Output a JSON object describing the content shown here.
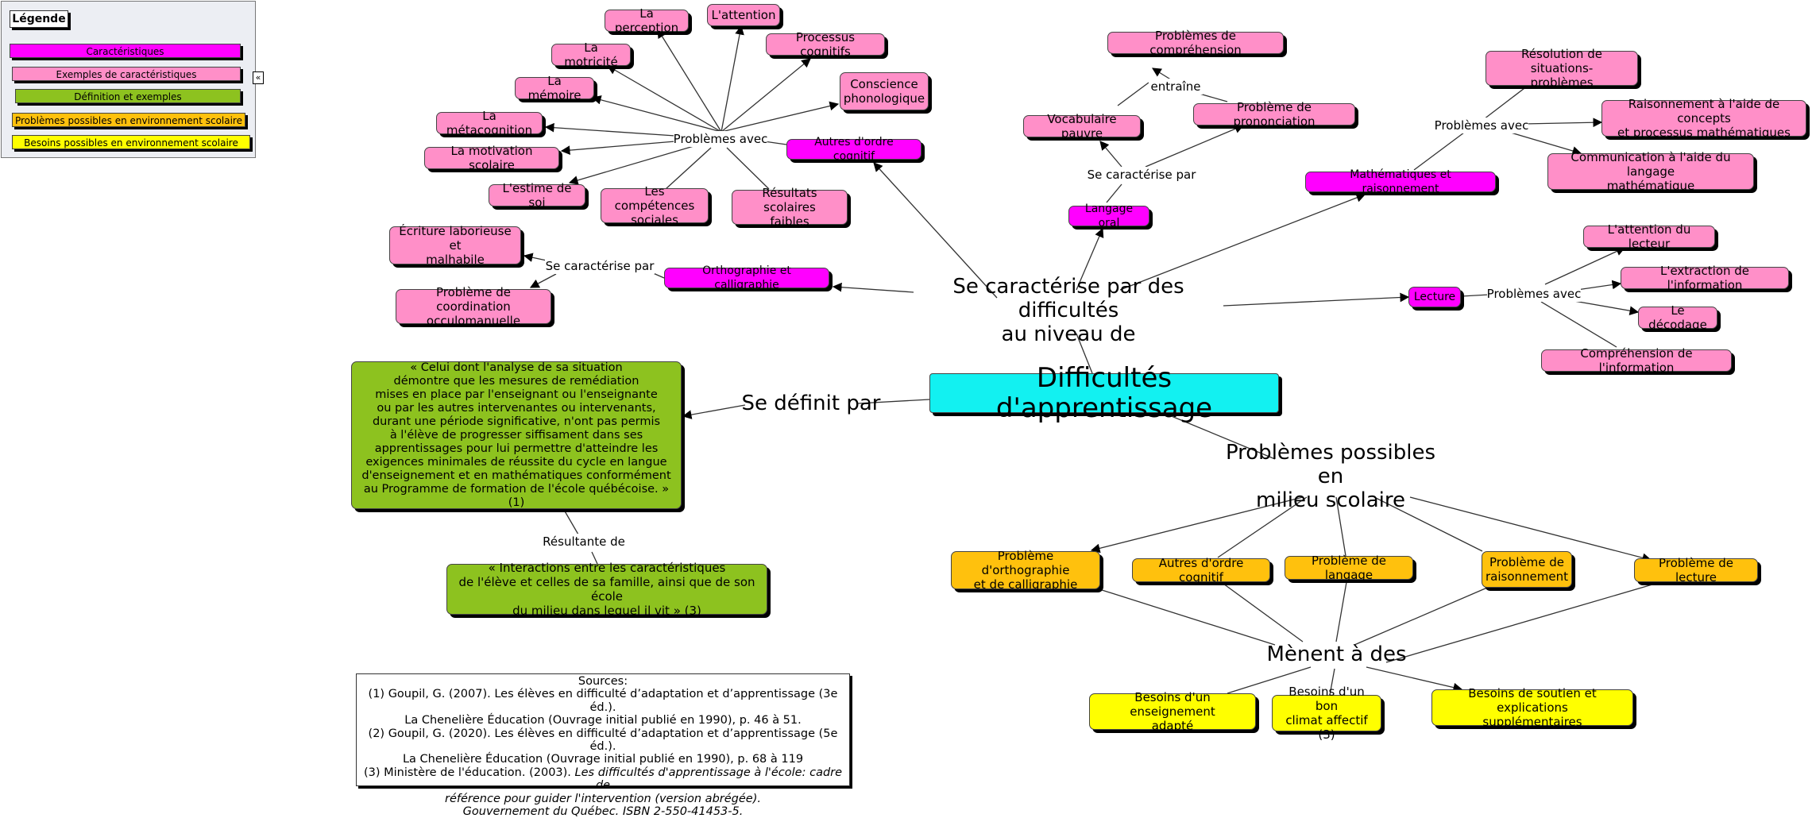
{
  "legend": {
    "title": "Légende",
    "items": [
      {
        "label": "Caractéristiques",
        "color": "#ff00ff"
      },
      {
        "label": "Exemples de caractéristiques",
        "color": "#ff8fc8"
      },
      {
        "label": "Définition et exemples",
        "color": "#8dc21f"
      },
      {
        "label": "Problèmes possibles en environnement scolaire",
        "color": "#ffc10d"
      },
      {
        "label": "Besoins possibles en environnement scolaire",
        "color": "#ffff00"
      }
    ],
    "collapse_glyph": "«"
  },
  "center": "Difficultés d'apprentissage",
  "links": {
    "caracterise": "Se caractérise par des difficultés\nau niveau de",
    "definit": "Se définit par",
    "problemes_milieu": "Problèmes possibles en\nmilieu scolaire",
    "menent": "Mènent à des",
    "problemes_avec_1": "Problèmes avec",
    "se_caracterise_par_ortho": "Se caractérise par",
    "se_caracterise_par_oral": "Se caractérise par",
    "entraine": "entraîne",
    "problemes_avec_math": "Problèmes avec",
    "problemes_avec_lecture": "Problèmes avec",
    "resultante": "Résultante de"
  },
  "caracteristiques": {
    "autres": "Autres d'ordre cognitif",
    "ortho": "Orthographie et calligraphie",
    "oral": "Langage oral",
    "math": "Mathématiques et raisonnement",
    "lecture": "Lecture"
  },
  "exemples": {
    "perception": "La perception",
    "attention": "L'attention",
    "motricite": "La motricité",
    "processus": "Processus cognitifs",
    "memoire": "La mémoire",
    "conscience": "Conscience\nphonologique",
    "metacognition": "La métacognition",
    "motivation": "La motivation scolaire",
    "estime": "L'estime de soi",
    "competences": "Les compétences\nsociales",
    "resultats": "Résultats scolaires\nfaibles",
    "ecriture": "Écriture laborieuse et\nmalhabile",
    "coordination": "Problème de coordination\nocculomanuelle",
    "comprehension_pb": "Problèmes de compréhension",
    "vocabulaire": "Vocabulaire pauvre",
    "prononciation": "Problème de prononciation",
    "resolution": "Résolution de situations-\nproblèmes",
    "raisonnement_concepts": "Raisonnement à l'aide de concepts\net processus mathématiques",
    "communication": "Communication à l'aide du langage\nmathématique",
    "attention_lecteur": "L'attention du lecteur",
    "extraction": "L'extraction de l'information",
    "decodage": "Le décodage",
    "comprehension_info": "Compréhension de l'information"
  },
  "definition": {
    "main": "« Celui dont l'analyse de sa situation\ndémontre que les mesures de remédiation\nmises en place par l'enseignant ou l'enseignante\nou par les autres intervenantes ou intervenants,\ndurant une période significative, n'ont pas permis\nà l'élève de progresser siffisament dans ses\napprentissages pour lui permettre d'atteindre les\nexigences minimales de réussite du cycle en langue\nd'enseignement et en mathématiques conformément\nau Programme de formation de l'école québécoise. » (1)",
    "interactions": "« Interactions entre les caractéristiques\nde l'élève et celles de sa famille, ainsi que de son école\ndu milieu dans lequel il vit » (3)"
  },
  "problemes": {
    "ortho": "Problème d'orthographie\net de calligraphie",
    "autres": "Autres d'ordre cognitif",
    "langage": "Problème de langage",
    "raisonnement": "Problème de\nraisonnement",
    "lecture": "Problème de lecture"
  },
  "besoins": {
    "enseignement": "Besoins d'un enseignement\nadapté",
    "climat": "Besoins d'un bon\nclimat affectif (3)",
    "soutien": "Besoins de soutien et explications\nsupplémentaires"
  },
  "sources": {
    "header": "Sources:",
    "s1a": "(1) Goupil, G. (2007). Les élèves en difficulté d’adaptation et d’apprentissage (3e éd.).",
    "s1b": "La Chenelière Éducation (Ouvrage initial publié en 1990), p. 46 à 51.",
    "s2a": "(2) Goupil, G. (2020). Les élèves en difficulté d’adaptation et d’apprentissage (5e éd.).",
    "s2b": "La Chenelière Éducation (Ouvrage initial publié en 1990), p. 68 à 119",
    "s3a_prefix": "(3) Ministère de l'éducation. (2003). ",
    "s3a_italic": "Les difficultés d'apprentissage à l'école: cadre de",
    "s3b": "référence pour guider l'intervention (version abrégée).",
    "s3c": "Gouvernement du Québec. ISBN 2-550-41453-5."
  }
}
